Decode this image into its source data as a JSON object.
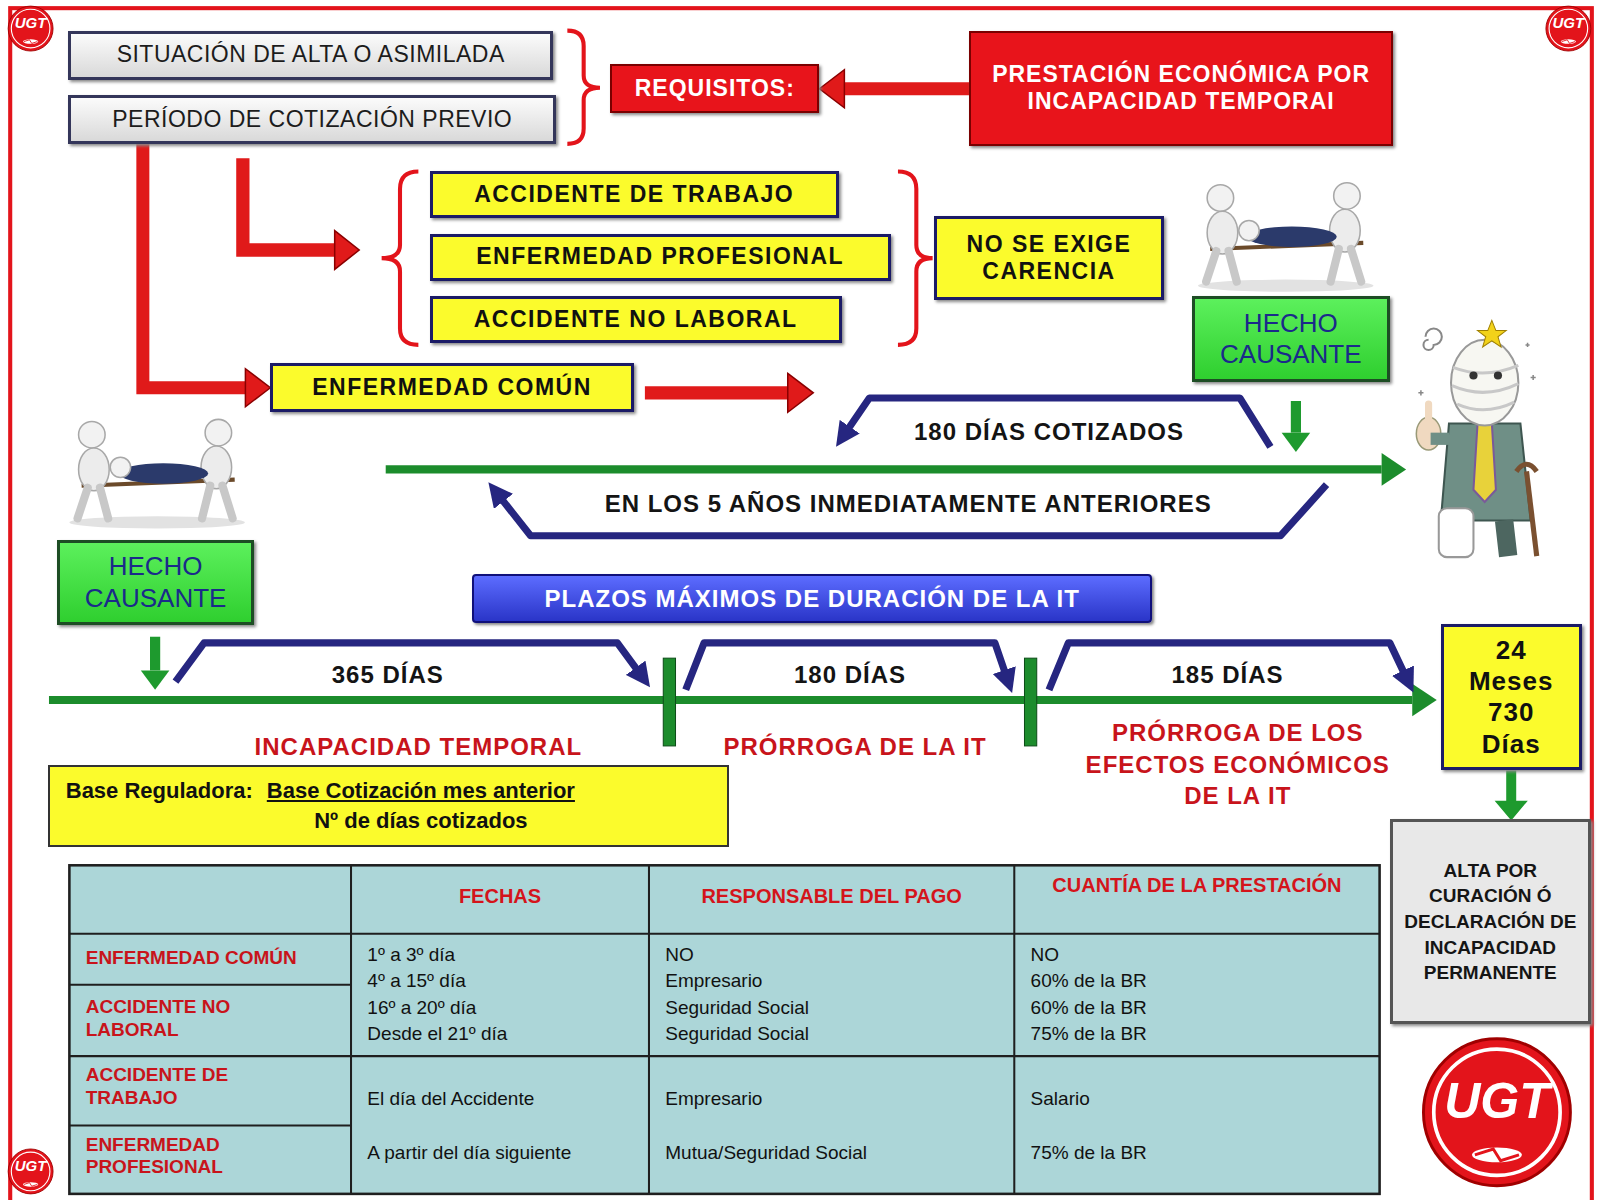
{
  "diagram": {
    "nodes": [
      {
        "text": [
          "SITUACIÓN DE ALTA O ASIMILADA"
        ]
      },
      {
        "text": [
          "PERÍODO DE COTIZACIÓN PREVIO"
        ]
      },
      {
        "text": [
          "REQUISITOS:"
        ]
      },
      {
        "text": [
          "PRESTACIÓN ECONÓMICA POR INCAPACIDAD TEMPORAI"
        ]
      },
      {
        "text": [
          "ACCIDENTE DE TRABAJO"
        ]
      },
      {
        "text": [
          "ENFERMEDAD PROFESIONAL"
        ]
      },
      {
        "text": [
          "ACCIDENTE NO LABORAL"
        ]
      },
      {
        "text": [
          "NO SE EXIGE CARENCIA"
        ]
      },
      {
        "text": [
          "HECHO CAUSANTE"
        ]
      },
      {
        "text": [
          "ENFERMEDAD COMÚN"
        ]
      },
      {
        "text": [
          "HECHO CAUSANTE"
        ]
      },
      {
        "text": [
          "PLAZOS MÁXIMOS DE DURACIÓN DE LA IT"
        ]
      },
      {
        "text": [
          "24 Meses 730 Días"
        ]
      },
      {
        "text": [
          "Base Reguladora:",
          "Base Cotización mes anterior",
          "Nº de días cotizados"
        ]
      },
      {
        "text": [
          "ALTA POR CURACIÓN Ó DECLARACIÓN DE INCAPACIDAD PERMANENTE"
        ]
      }
    ],
    "edges": [
      {
        "from": 3,
        "to": 2,
        "arrow": "to"
      },
      {
        "from": 1,
        "to": 9,
        "arrow": "to"
      },
      {
        "from": 12,
        "to": 14,
        "arrow": "to"
      }
    ],
    "labels": [
      "UGT",
      "UGT",
      "180 DÍAS COTIZADOS",
      "EN LOS 5 AÑOS INMEDIATAMENTE ANTERIORES",
      "365 DÍAS",
      "180 DÍAS",
      "185 DÍAS",
      "INCAPACIDAD TEMPORAL",
      "PRÓRROGA DE LA IT",
      "PRÓRROGA DE LOS EFECTOS ECONÓMICOS DE LA IT",
      "FECHAS",
      "RESPONSABLE DEL PAGO",
      "CUANTÍA DE LA PRESTACIÓN",
      "ENFERMEDAD COMÚN",
      "ACCIDENTE NO LABORAL",
      "ACCIDENTE DE TRABAJO",
      "ENFERMEDAD PROFESIONAL",
      "1º a 3º día",
      "4º a 15º día",
      "16º a 20º día",
      "Desde el 21º día",
      "NO",
      "Empresario",
      "Seguridad Social",
      "Seguridad Social",
      "NO",
      "60% de la BR",
      "60% de la BR",
      "75% de la BR",
      "El día del Accidente",
      "A partir del día siguiente",
      "Empresario",
      "Mutua/Seguridad Social",
      "Salario",
      "75% de la BR",
      "UGT",
      "UGT"
    ]
  }
}
